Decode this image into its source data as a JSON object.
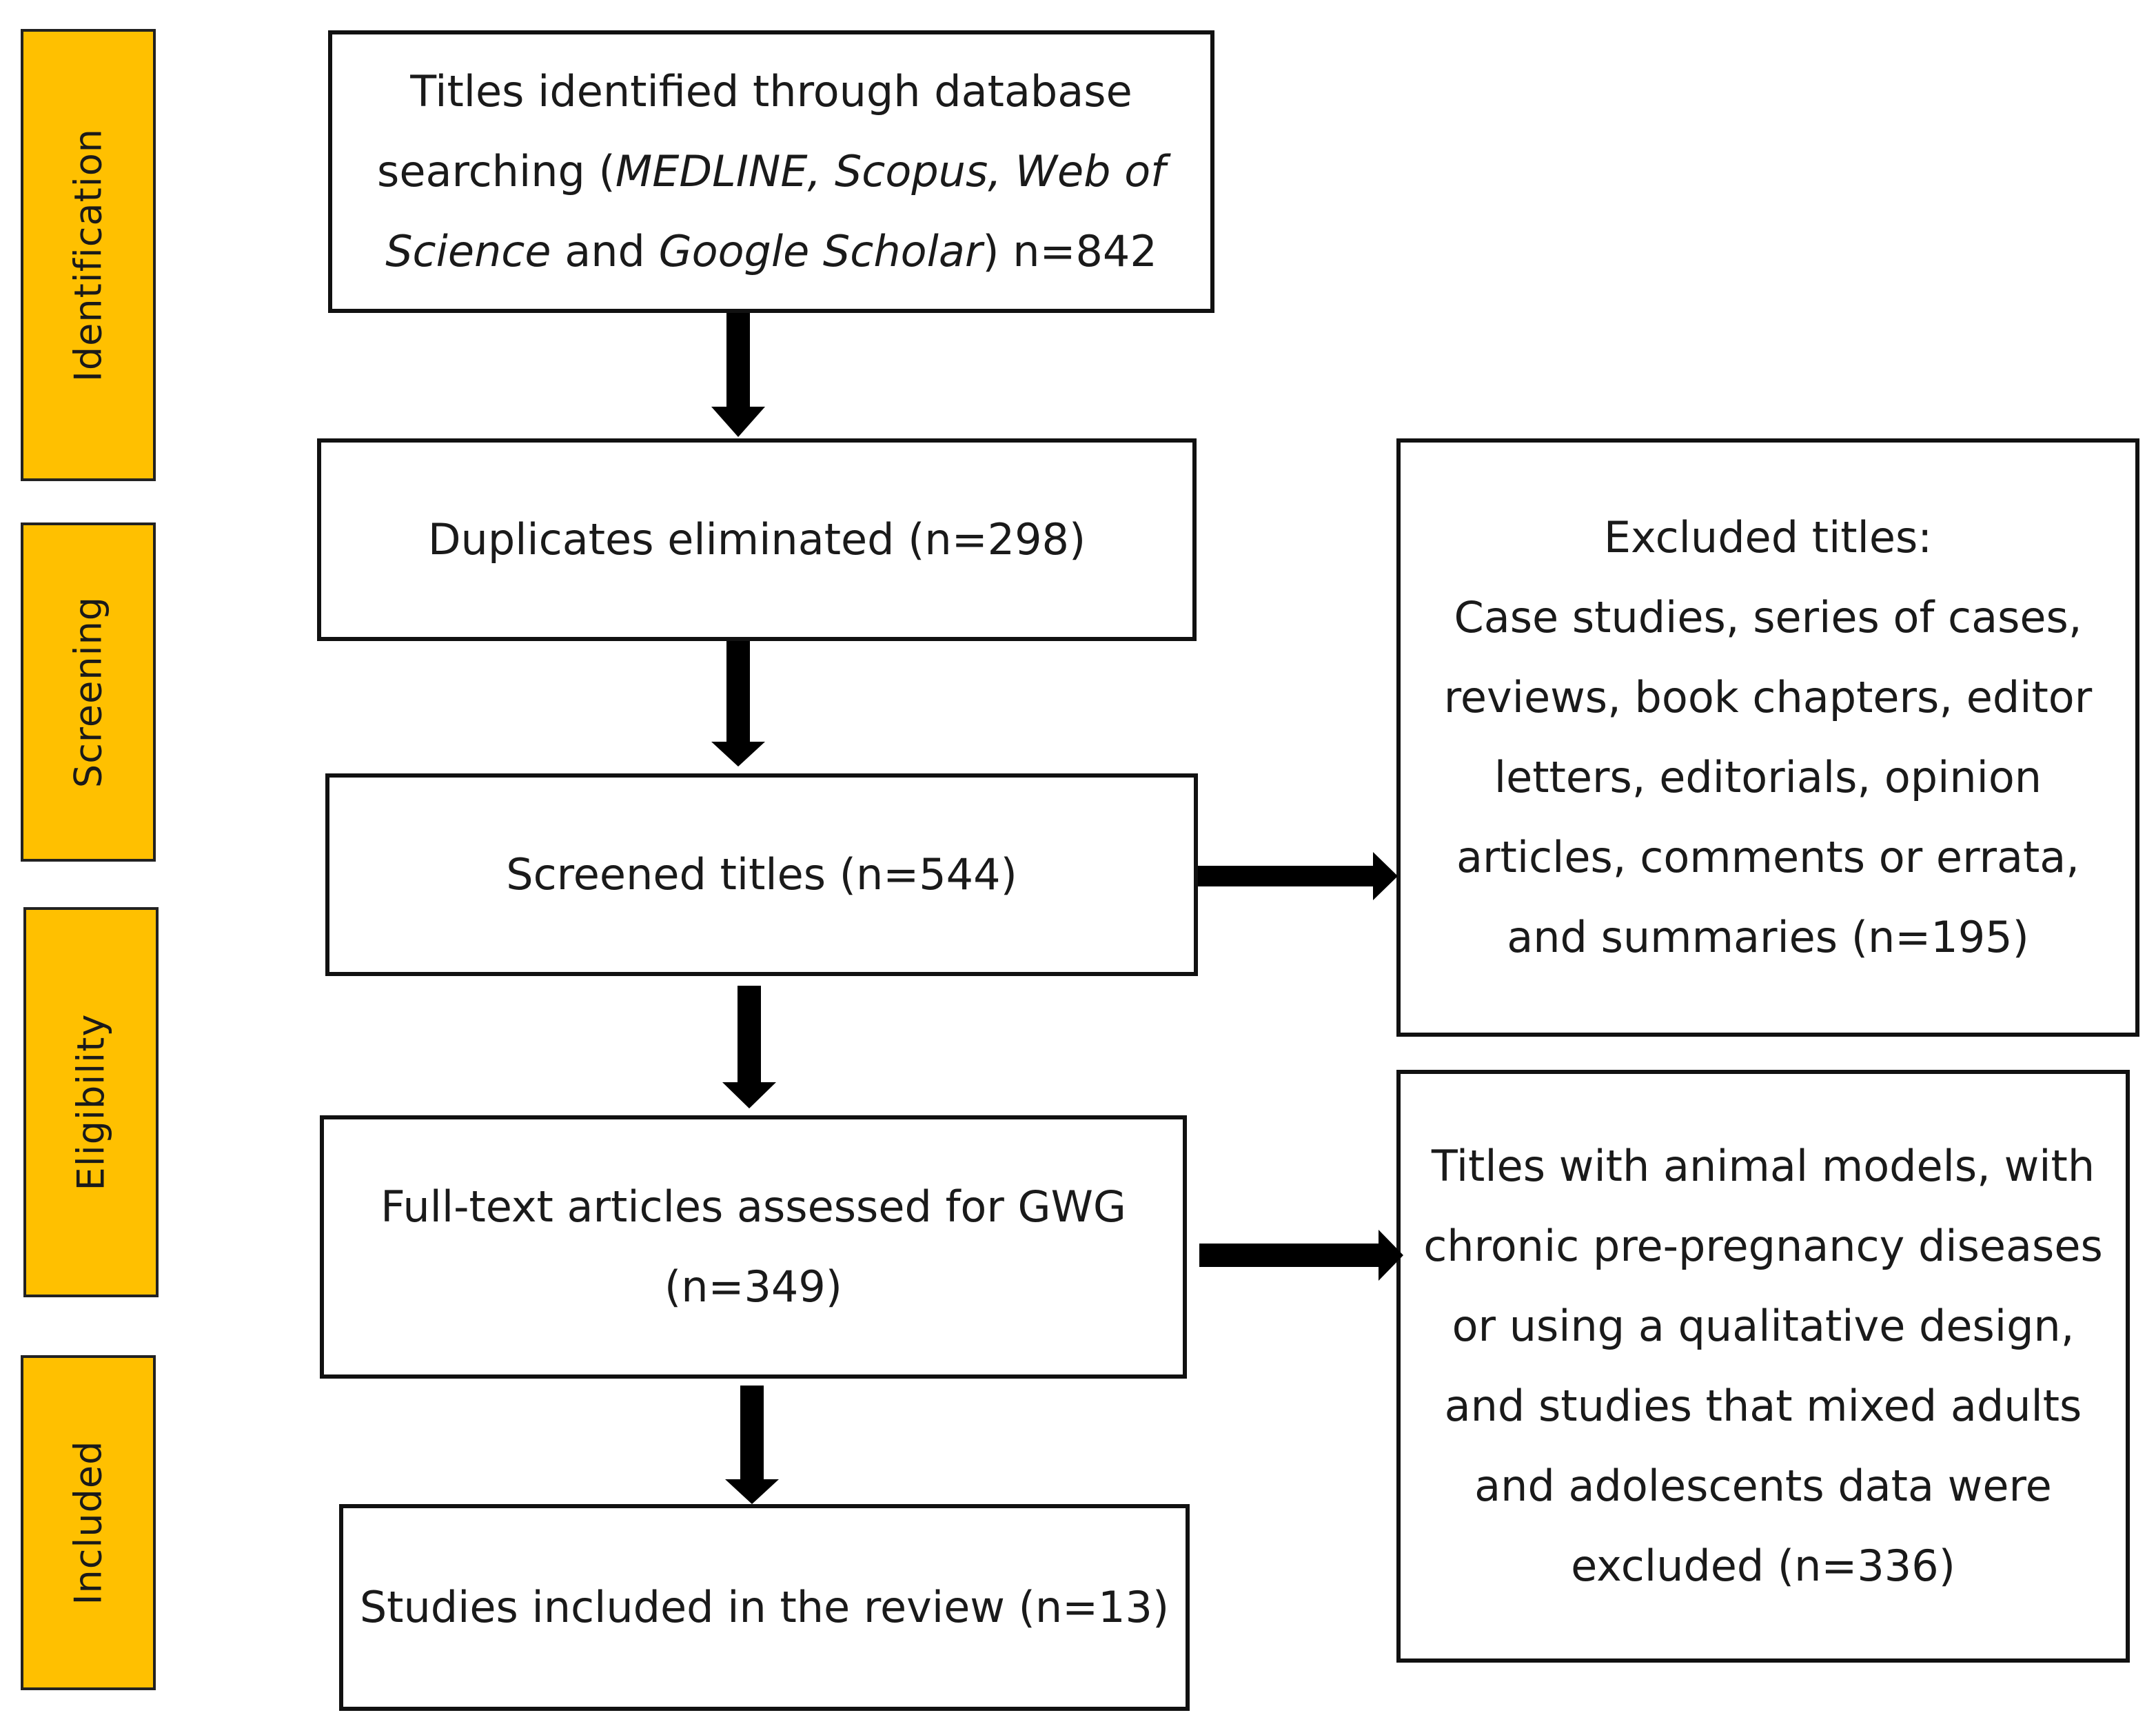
{
  "stages": {
    "identification": "Identification",
    "screening": "Screening",
    "eligibility": "Eligibility",
    "included": "Included"
  },
  "boxes": {
    "identified": {
      "line1": "Titles identified through database",
      "line2_pre": "searching (",
      "line2_italic": "MEDLINE, Scopus, Web of",
      "line3_italic1": "Science",
      "line3_mid": " and ",
      "line3_italic2": "Google Scholar",
      "line3_post": ") n=842"
    },
    "duplicates": {
      "text": "Duplicates eliminated (n=298)"
    },
    "screened": {
      "text": "Screened titles (n=544)"
    },
    "fulltext": {
      "line1": "Full-text articles assessed for GWG",
      "line2": "(n=349)"
    },
    "included": {
      "text": "Studies included in the review (n=13)"
    },
    "excluded_titles": {
      "lines": [
        "Excluded titles:",
        "Case studies, series of cases,",
        "reviews, book chapters, editor",
        "letters, editorials, opinion",
        "articles, comments or errata,",
        "and summaries (n=195)"
      ]
    },
    "excluded_fulltext": {
      "lines": [
        "Titles with animal models, with",
        "chronic pre-pregnancy diseases",
        "or using a qualitative design,",
        "and studies that mixed adults",
        "and adolescents data were",
        "excluded (n=336)"
      ]
    }
  },
  "colors": {
    "stage_fill": "#ffc000",
    "border": "#111111",
    "arrow": "#000000"
  }
}
